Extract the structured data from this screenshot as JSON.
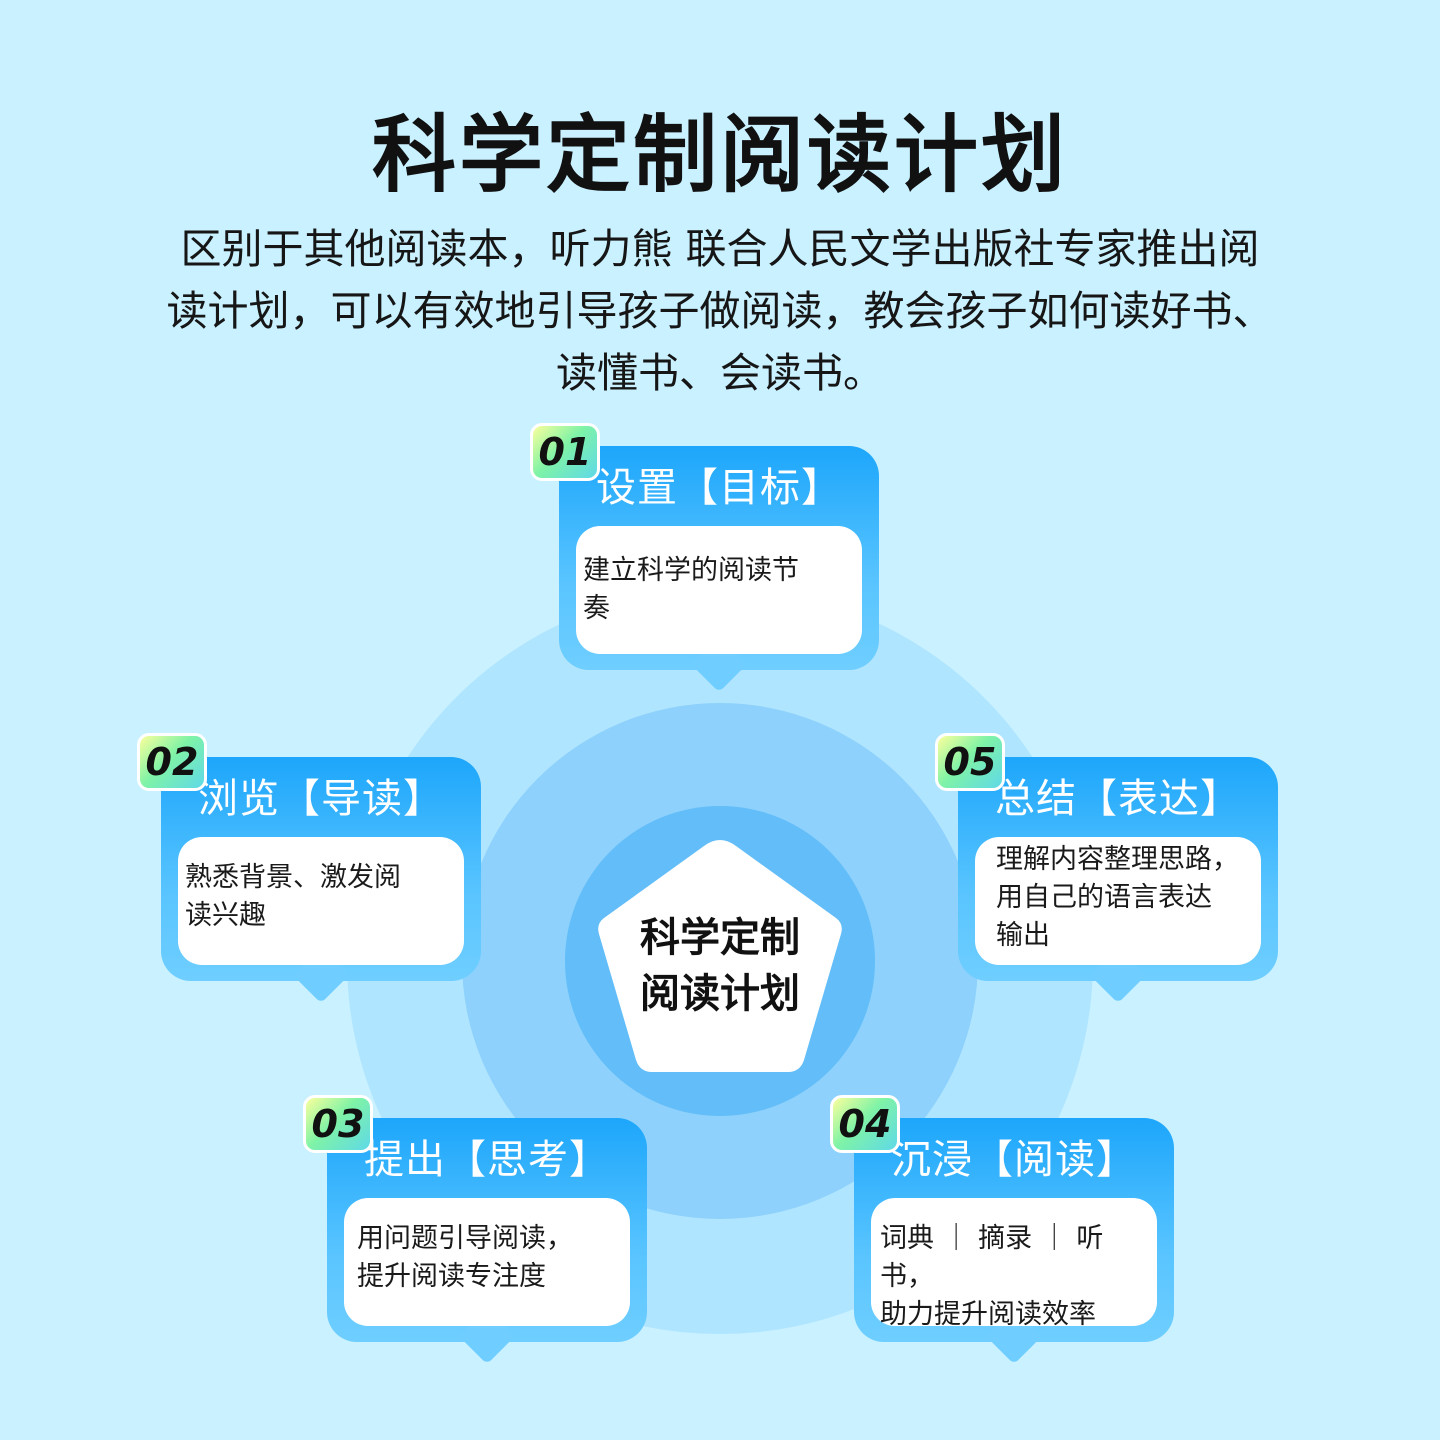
{
  "title": "科学定制阅读计划",
  "subtitle": {
    "line1": "区别于其他阅读本，听力熊 联合人民文学出版社专家推出阅",
    "line2": "读计划，可以有效地引导孩子做阅读，教会孩子如何读好书、",
    "line3": "读懂书、会读书。"
  },
  "center": {
    "line1": "科学定制",
    "line2": "阅读计划"
  },
  "colors": {
    "background": "#c9f1ff",
    "card": "#1da6fb",
    "badge": "#7ff3a6"
  },
  "steps": [
    {
      "num": "01",
      "title": "设置【目标】",
      "desc1": "建立科学的阅读节",
      "desc2": "奏",
      "desc3": ""
    },
    {
      "num": "02",
      "title": "浏览【导读】",
      "desc1": "熟悉背景、激发阅",
      "desc2": "读兴趣",
      "desc3": ""
    },
    {
      "num": "03",
      "title": "提出【思考】",
      "desc1": "用问题引导阅读，",
      "desc2": "提升阅读专注度",
      "desc3": ""
    },
    {
      "num": "04",
      "title": "沉浸【阅读】",
      "desc1": "词典 ｜ 摘录 ｜ 听书，",
      "desc2": "助力提升阅读效率",
      "desc3": ""
    },
    {
      "num": "05",
      "title": "总结【表达】",
      "desc1": "理解内容整理思路，",
      "desc2": "用自己的语言表达",
      "desc3": "输出"
    }
  ]
}
